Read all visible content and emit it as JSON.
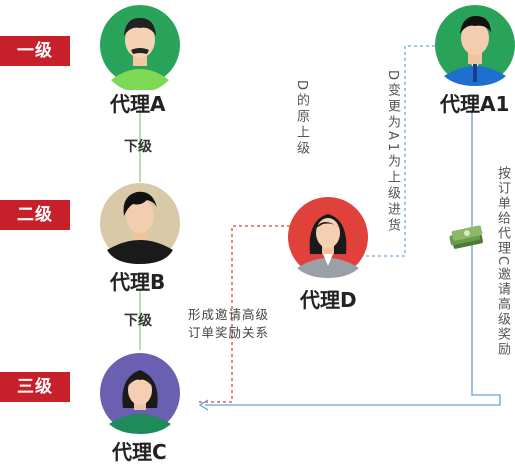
{
  "levels": {
    "level1": "一级",
    "level2": "二级",
    "level3": "三级"
  },
  "agents": {
    "a": "代理A",
    "b": "代理B",
    "c": "代理C",
    "d": "代理D",
    "a1": "代理A1"
  },
  "relations": {
    "subordinate_top": "下级",
    "subordinate_bottom": "下级"
  },
  "notes": {
    "d_original_superior": "D的原上级",
    "d_changed_superior": "D变更为A1为上级进货",
    "invite_relation_line1": "形成邀请高级",
    "invite_relation_line2": "订单奖励关系",
    "order_reward": "按订单给代理C邀请高级奖励"
  },
  "colors": {
    "level_tag": "#c8202a",
    "avatar_a_bg": "#2aa35a",
    "avatar_b_bg": "#d9c9a8",
    "avatar_c_bg": "#6a5fb0",
    "avatar_d_bg": "#e0413a",
    "avatar_a1_bg": "#2aa35a",
    "line_red_dashed": "#e0413a",
    "line_blue_dashed": "#6aaee0",
    "line_blue_solid": "#6a9fd8"
  }
}
